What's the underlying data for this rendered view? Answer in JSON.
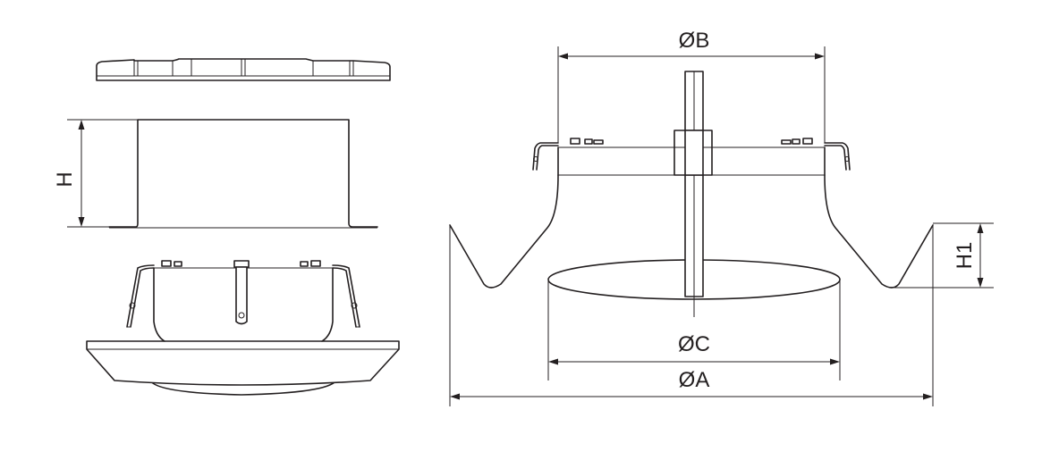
{
  "colors": {
    "line": "#231f20",
    "background": "#ffffff"
  },
  "labels": {
    "dim_b": "ØB",
    "dim_c": "ØC",
    "dim_a": "ØA",
    "dim_h": "H",
    "dim_h1": "H1"
  }
}
